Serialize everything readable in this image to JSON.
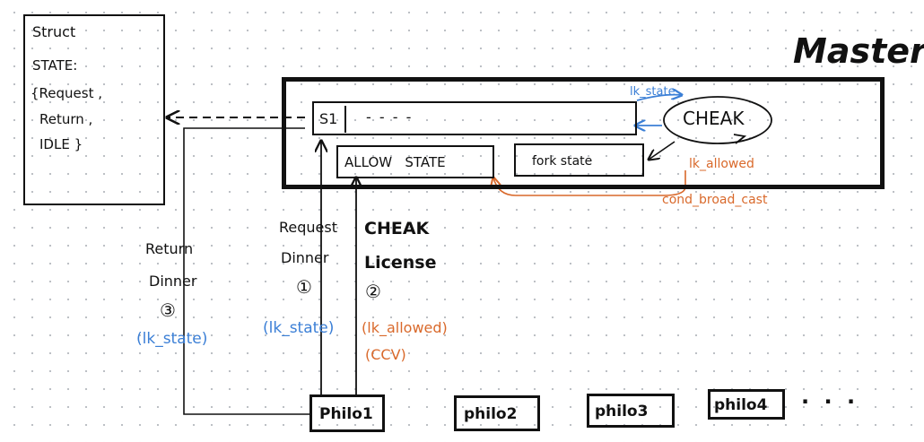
{
  "struct_box": {
    "title": "Struct",
    "lines": [
      "STATE:",
      "{Request ,",
      "Return ,",
      "IDLE }"
    ]
  },
  "master": {
    "title": "Master",
    "s1_label": "S1",
    "s1_dashes": "- - - -",
    "allow_state": "ALLOW   STATE",
    "fork_state": "fork state",
    "cheak": "CHEAK",
    "lk_state": "lk_state",
    "lk_allowed": "lk_allowed",
    "cond_broadcast": "cond_broad_cast"
  },
  "flows": {
    "return_dinner": {
      "label_1": "Return",
      "label_2": "Dinner",
      "step": "③",
      "lock": "(lk_state)"
    },
    "request_dinner": {
      "label_1": "Request",
      "label_2": "Dinner",
      "step": "①",
      "lock": "(lk_state)"
    },
    "cheak_license": {
      "label_1": "CHEAK",
      "label_2": "License",
      "step": "②",
      "lock": "(lk_allowed)",
      "extra": "(CCV)"
    }
  },
  "philosophers": [
    "Philo1",
    "philo2",
    "philo3",
    "philo4"
  ],
  "ellipsis": ". . ."
}
